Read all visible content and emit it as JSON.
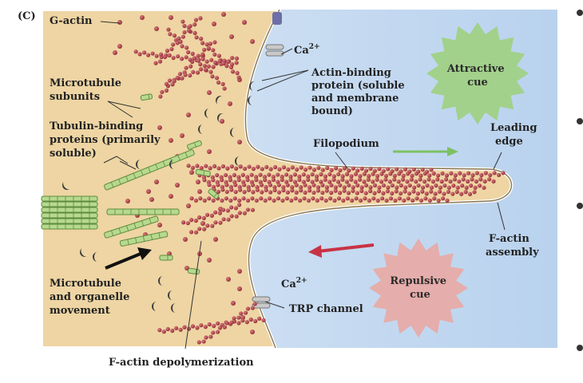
{
  "panel_label": "(C)",
  "labels": {
    "g_actin": "G-actin",
    "microtubule_subunits": [
      "Microtubule",
      "subunits"
    ],
    "tubulin_binding": [
      "Tubulin-binding",
      "proteins (primarily",
      "soluble)"
    ],
    "microtubule_movement": [
      "Microtubule",
      "and organelle",
      "movement"
    ],
    "f_actin_depoly": "F-actin depolymerization",
    "ca_top": "Ca",
    "ca_bottom": "Ca",
    "ca_superscript": "2+",
    "actin_binding": [
      "Actin-binding",
      "protein (soluble",
      "and membrane",
      "bound)"
    ],
    "filopodium": "Filopodium",
    "leading_edge": [
      "Leading",
      "edge"
    ],
    "f_actin_assembly": [
      "F-actin",
      "assembly"
    ],
    "trp_channel": "TRP channel",
    "attractive_cue": [
      "Attractive",
      "cue"
    ],
    "repulsive_cue": [
      "Repulsive",
      "cue"
    ]
  },
  "colors": {
    "cytoplasm": "#eed5a3",
    "background_blue": "#cfe0f3",
    "actin_red": "#b0434a",
    "tubulin_green": "#b6d98e",
    "attractive_green": "#9fd07f",
    "repulsive_pink": "#e9a9a3",
    "arrow_green": "#7ec064",
    "arrow_red": "#c83344"
  },
  "bullets": 4
}
